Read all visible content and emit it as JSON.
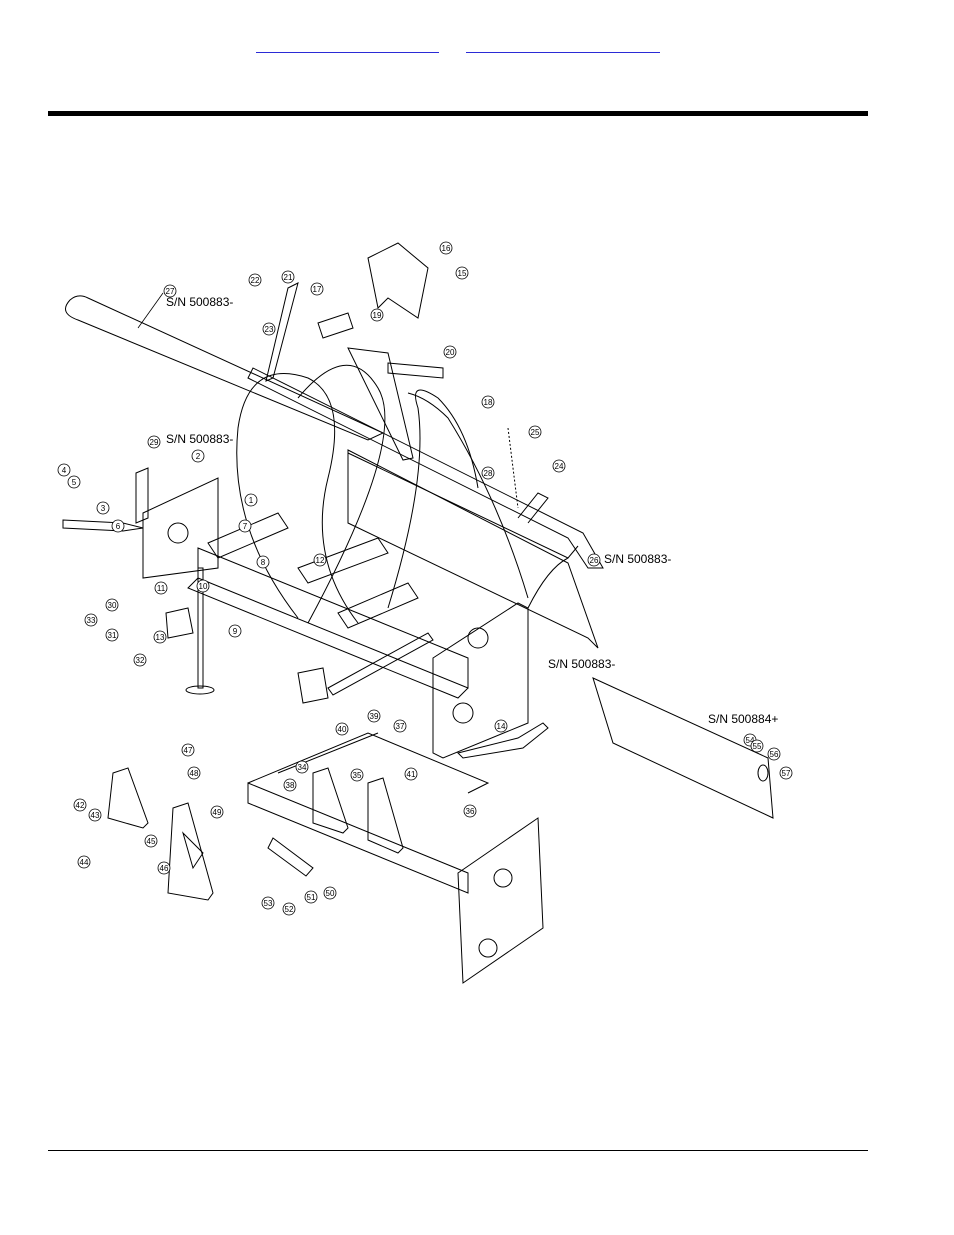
{
  "header_links": [
    {
      "label": ""
    },
    {
      "label": ""
    }
  ],
  "serial_notes": {
    "sn_27": "S/N 500883-",
    "sn_29a": "S/N 500883-",
    "sn_26": "S/N 500883-",
    "sn_29b": "S/N 500883-",
    "sn_54": "S/N 500884+"
  },
  "callouts": [
    "1",
    "2",
    "3",
    "4",
    "5",
    "6",
    "7",
    "8",
    "9",
    "10",
    "11",
    "12",
    "13",
    "14",
    "15",
    "16",
    "17",
    "18",
    "19",
    "20",
    "21",
    "22",
    "23",
    "24",
    "25",
    "26",
    "27",
    "28",
    "29",
    "30",
    "31",
    "32",
    "33",
    "34",
    "35",
    "36",
    "37",
    "38",
    "39",
    "40",
    "41",
    "42",
    "43",
    "44",
    "45",
    "46",
    "47",
    "48",
    "49",
    "50",
    "51",
    "52",
    "53",
    "54",
    "55",
    "56",
    "57"
  ]
}
